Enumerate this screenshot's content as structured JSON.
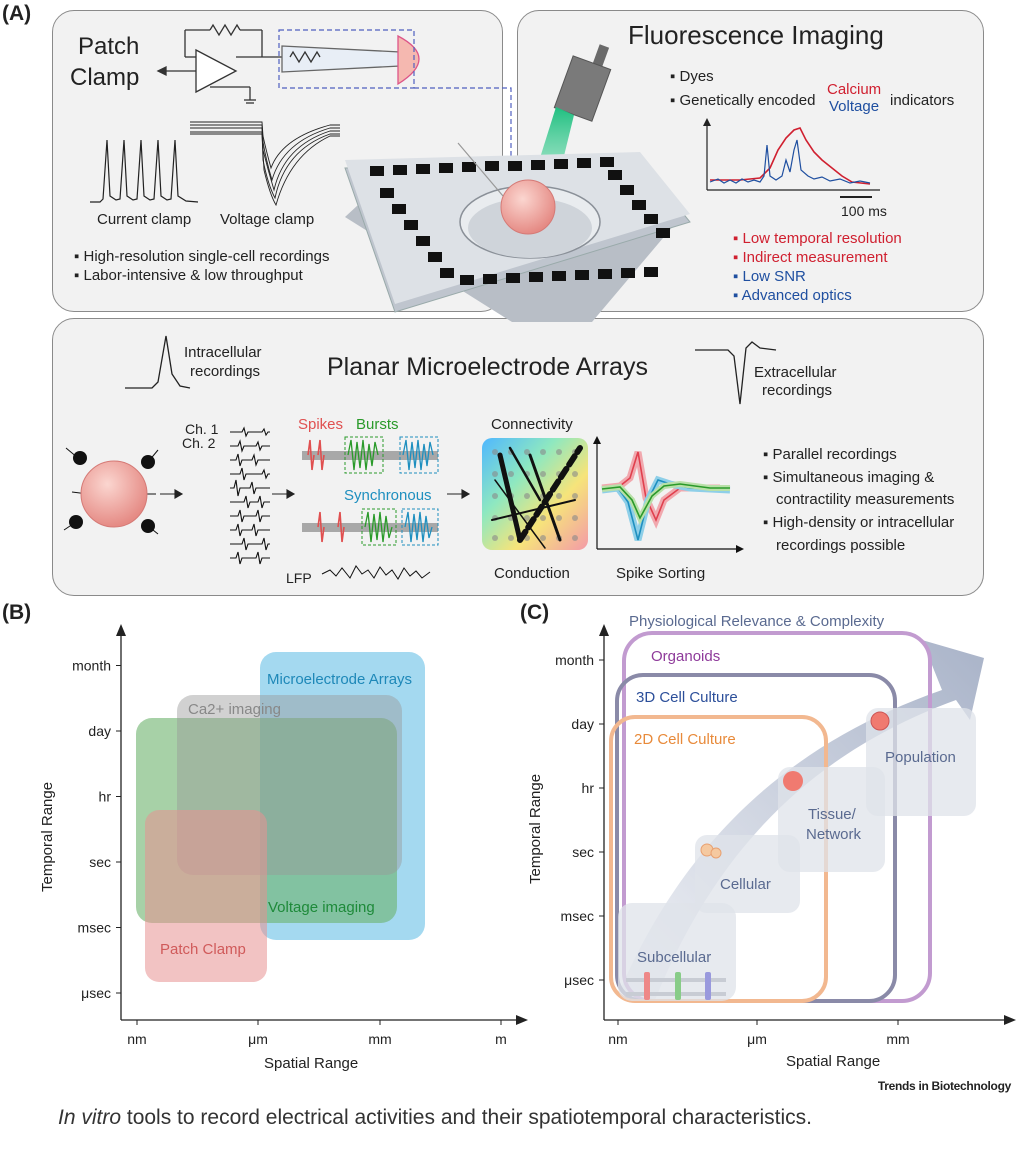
{
  "panel_a": {
    "label": "(A)",
    "patch_clamp": {
      "title_line1": "Patch",
      "title_line2": "Clamp",
      "current_clamp": "Current clamp",
      "voltage_clamp": "Voltage clamp",
      "bullets": [
        "High-resolution single-cell recordings",
        "Labor-intensive & low throughput"
      ]
    },
    "fluorescence": {
      "title": "Fluorescence Imaging",
      "item_dyes": "Dyes",
      "item_gei": "Genetically encoded",
      "calcium": "Calcium",
      "voltage": "Voltage",
      "indicators": "indicators",
      "scale": "100 ms",
      "bullets_red": [
        "Low temporal resolution",
        "Indirect measurement"
      ],
      "bullets_blue": [
        "Low SNR",
        "Advanced optics"
      ]
    },
    "mea": {
      "title": "Planar Microelectrode Arrays",
      "intracellular_1": "Intracellular",
      "intracellular_2": "recordings",
      "extracellular_1": "Extracellular",
      "extracellular_2": "recordings",
      "ch1": "Ch. 1",
      "ch2": "Ch. 2",
      "spikes": "Spikes",
      "bursts": "Bursts",
      "synchronous": "Synchronous",
      "lfp": "LFP",
      "connectivity": "Connectivity",
      "conduction": "Conduction",
      "spike_sorting": "Spike Sorting",
      "bullets": [
        "Parallel recordings",
        "Simultaneous imaging &",
        "contractility measurements",
        "High-density or intracellular",
        "recordings possible"
      ]
    }
  },
  "panel_b": {
    "label": "(B)",
    "y_axis": "Temporal Range",
    "x_axis": "Spatial Range",
    "y_ticks": [
      "μsec",
      "msec",
      "sec",
      "hr",
      "day",
      "month"
    ],
    "x_ticks": [
      "nm",
      "μm",
      "mm",
      "m"
    ],
    "regions": {
      "mea": "Microelectrode Arrays",
      "ca": "Ca2+ imaging",
      "voltage": "Voltage imaging",
      "patch": "Patch Clamp"
    },
    "colors": {
      "mea": "#5ab9e3",
      "ca": "#9a9a9a",
      "voltage": "#6db36d",
      "patch": "#e89292"
    }
  },
  "panel_c": {
    "label": "(C)",
    "y_axis": "Temporal Range",
    "x_axis": "Spatial Range",
    "y_ticks": [
      "μsec",
      "msec",
      "sec",
      "hr",
      "day",
      "month"
    ],
    "x_ticks": [
      "nm",
      "μm",
      "mm"
    ],
    "arrow_label": "Physiological Relevance & Complexity",
    "models": {
      "organoids": "Organoids",
      "culture3d": "3D Cell Culture",
      "culture2d": "2D Cell Culture"
    },
    "scales": {
      "subcellular": "Subcellular",
      "cellular": "Cellular",
      "tissue_1": "Tissue/",
      "tissue_2": "Network",
      "population": "Population"
    },
    "colors": {
      "organoids": "#8e3a9a",
      "culture3d": "#2c4f9a",
      "culture2d": "#e88a3a",
      "arrow_text": "#5a6a90"
    }
  },
  "source": "Trends in Biotechnology",
  "caption": {
    "italic": "In vitro",
    "rest": " tools to record electrical activities and their spatiotemporal characteristics."
  }
}
